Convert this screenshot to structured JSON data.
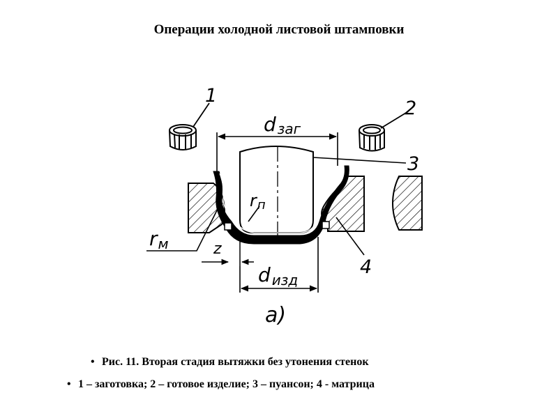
{
  "title": "Операции холодной листовой штамповки",
  "figure": {
    "labels": {
      "part1": "1",
      "part2": "2",
      "part3": "3",
      "part4": "4",
      "d_zag_d": "d",
      "d_zag_sub": "заг",
      "r_n_r": "r",
      "r_n_sub": "п",
      "r_m_r": "r",
      "r_m_sub": "м",
      "z": "z",
      "d_izd_d": "d",
      "d_izd_sub": "изд",
      "subfigure": "а)"
    }
  },
  "caption": {
    "bullet": "•",
    "line1": "Рис. 11. Вторая стадия вытяжки без утонения стенок",
    "line2": "1 – заготовка; 2 – готовое изделие; 3 – пуансон; 4 - матрица"
  }
}
